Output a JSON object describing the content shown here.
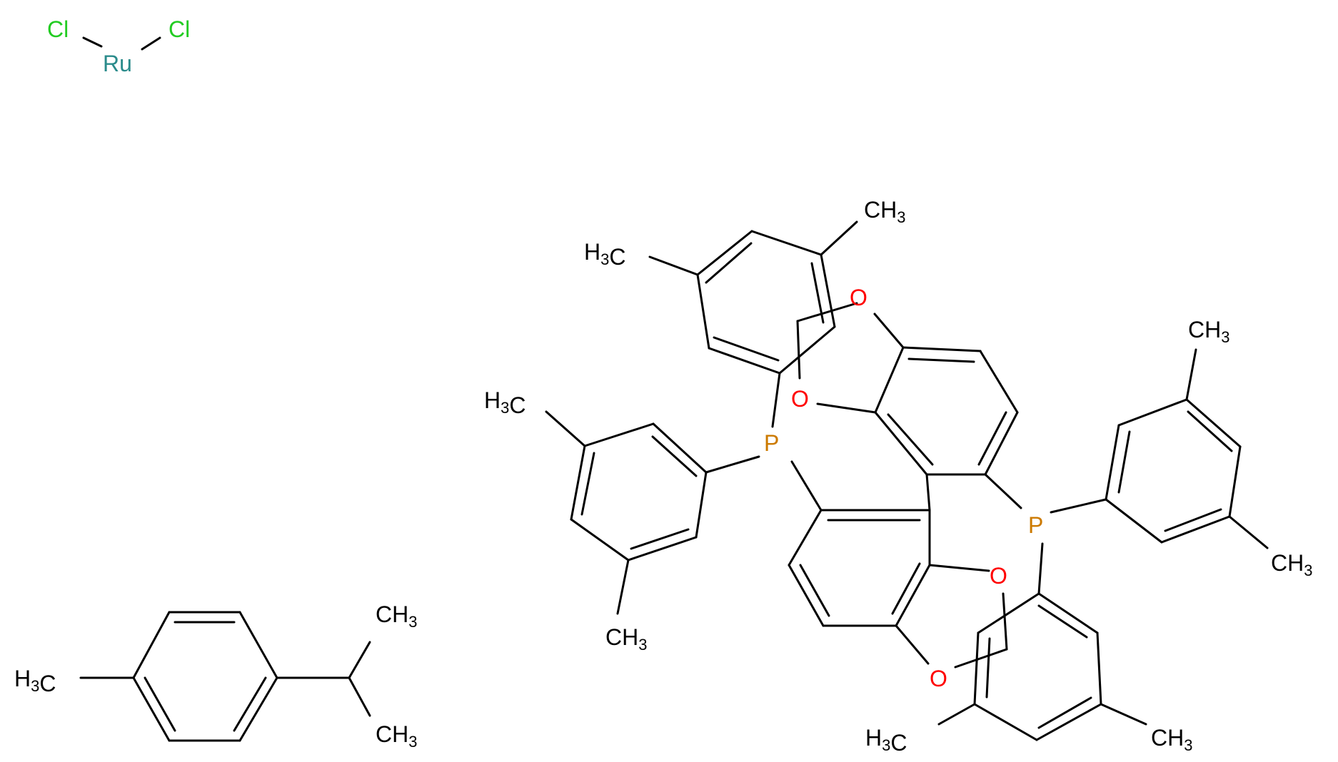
{
  "colors": {
    "bond": "#000000",
    "carbon_label": "#000000",
    "ruthenium": "#2a8b8b",
    "chlorine": "#22cc22",
    "phosphorus": "#cc7a00",
    "oxygen": "#ff0000"
  },
  "labels": {
    "cl_left": "Cl",
    "cl_right": "Cl",
    "ru": "Ru",
    "cymene_methyl": "H3C",
    "cymene_iso_top": "CH3",
    "cymene_iso_bottom": "CH3",
    "p_upper": "P",
    "p_lower": "P",
    "o_1": "O",
    "o_2": "O",
    "o_3": "O",
    "o_4": "O",
    "xyl_a_left_methyl": "H3C",
    "xyl_a_right_methyl": "CH3",
    "xyl_b_top_methyl": "H3C",
    "xyl_b_bottom_methyl": "CH3",
    "xyl_c_top_methyl": "CH3",
    "xyl_c_bottom_methyl": "CH3",
    "xyl_d_left_methyl": "H3C",
    "xyl_d_right_methyl": "CH3"
  }
}
